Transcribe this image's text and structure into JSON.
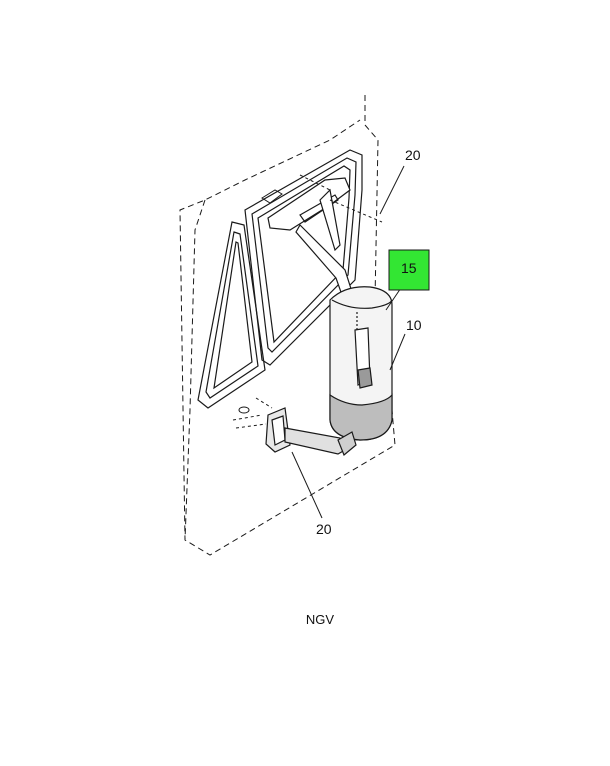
{
  "callouts": {
    "top_bracket": "20",
    "mirror_glass": "15",
    "mirror_head": "10",
    "bottom_bracket": "20"
  },
  "caption": "NGV",
  "colors": {
    "highlight": "#33e633",
    "line": "#1a1a1a"
  }
}
